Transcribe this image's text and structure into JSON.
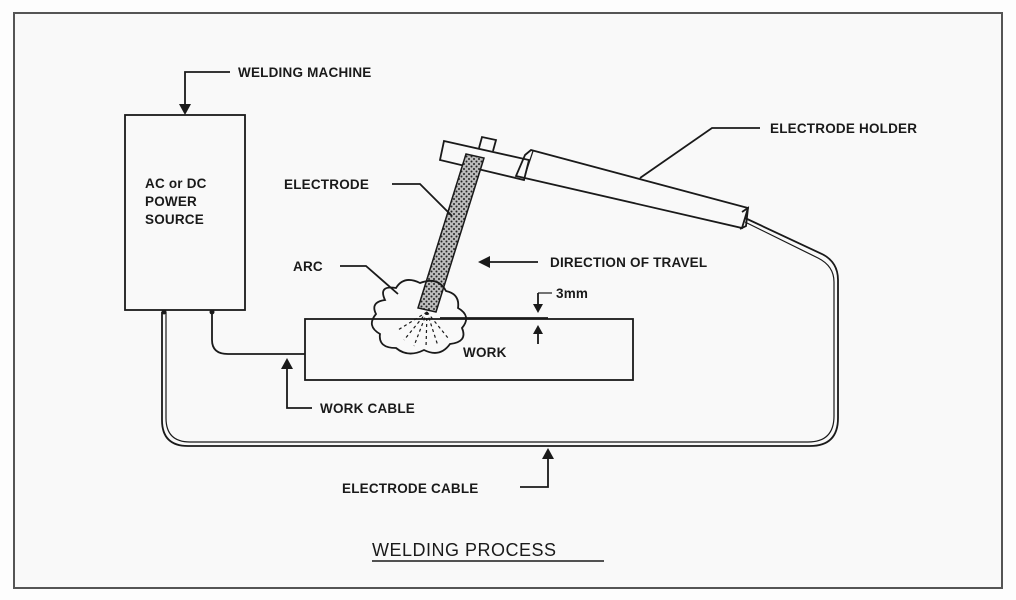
{
  "labels": {
    "welding_machine": "WELDING MACHINE",
    "power_source_line1": "AC or DC",
    "power_source_line2": "POWER",
    "power_source_line3": "SOURCE",
    "electrode_holder": "ELECTRODE HOLDER",
    "electrode": "ELECTRODE",
    "arc": "ARC",
    "direction_of_travel": "DIRECTION OF TRAVEL",
    "gap": "3mm",
    "work": "WORK",
    "work_cable": "WORK CABLE",
    "electrode_cable": "ELECTRODE CABLE"
  },
  "title": "WELDING PROCESS",
  "colors": {
    "line": "#1a1a1a",
    "background": "#fdfdfd",
    "frame": "#555555"
  }
}
